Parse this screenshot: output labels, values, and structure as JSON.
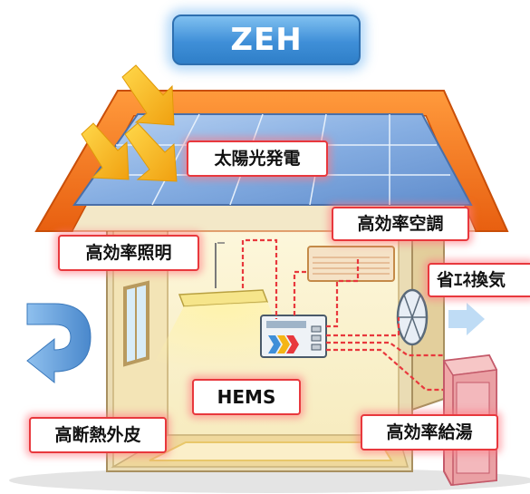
{
  "title": "ZEH",
  "labels": {
    "solar": "太陽光発電",
    "aircon": "高効率空調",
    "lighting": "高効率照明",
    "ventilation": "省ｴﾈ換気",
    "hems": "HEMS",
    "insulation": "高断熱外皮",
    "water_heater": "高効率給湯"
  },
  "colors": {
    "title_badge": "#3f8fd8",
    "roof": "#f07a1e",
    "solar_panel": "#7fa8e0",
    "sun_arrows": "#f5b515",
    "interior": "#fbf3cf",
    "wall": "#e9d8ae",
    "label_border": "#e8383d",
    "wiring": "#e8383d",
    "airflow_arrow": "#5a9ad8"
  }
}
